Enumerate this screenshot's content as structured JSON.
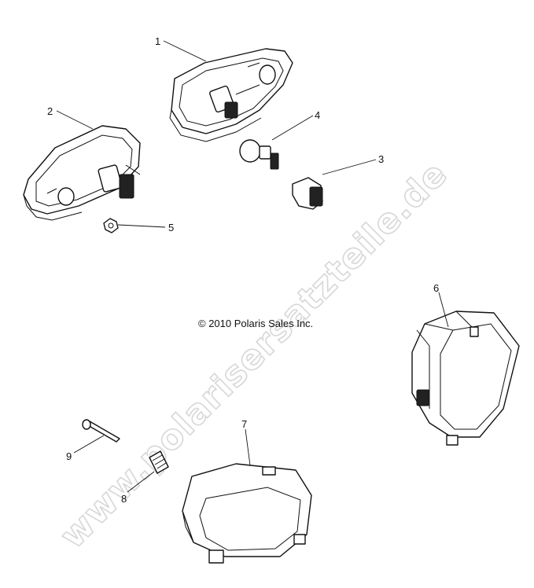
{
  "copyright": "© 2010 Polaris Sales Inc.",
  "watermark": "www.polarisersatzteile.de",
  "callouts": [
    "1",
    "2",
    "3",
    "4",
    "5",
    "6",
    "7",
    "8",
    "9"
  ]
}
